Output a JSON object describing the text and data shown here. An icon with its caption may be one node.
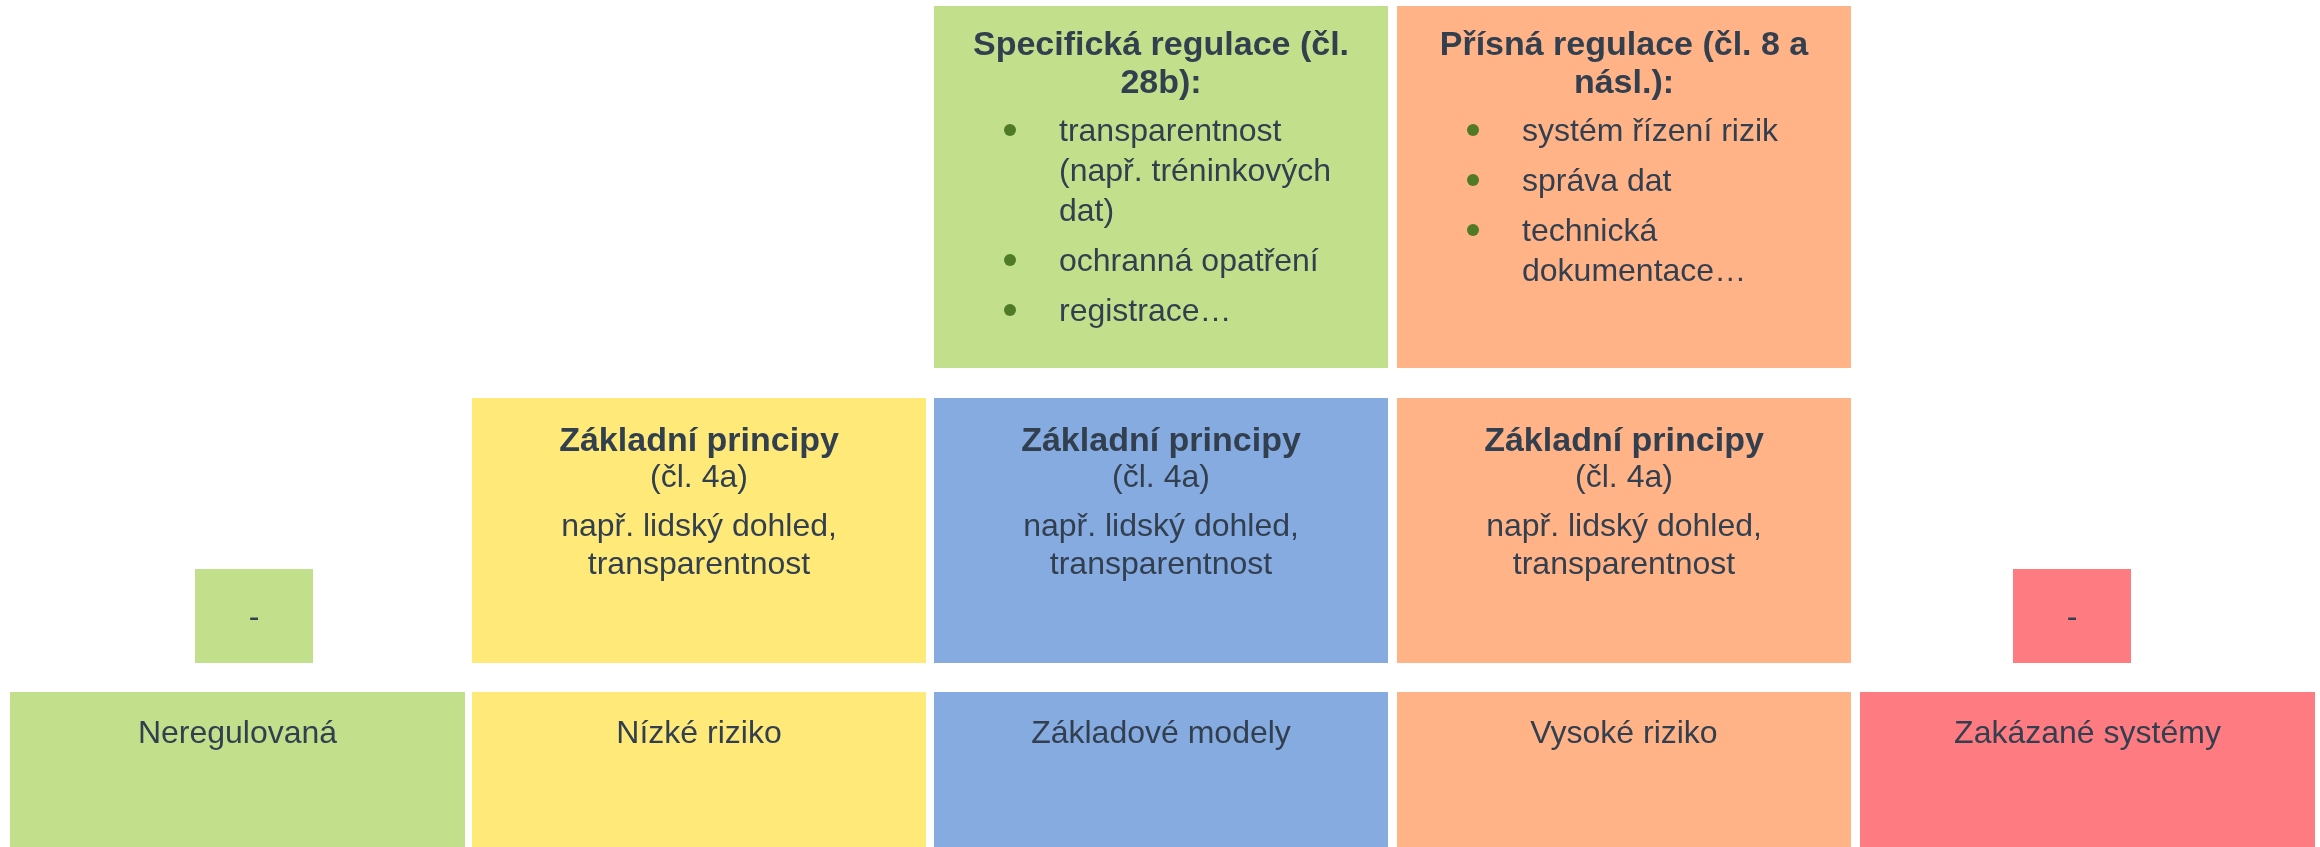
{
  "diagram": {
    "nodes": [
      {
        "text": [
          "Specifická regulace (čl. 28b):",
          "transparentnost (např. tréninkových dat)",
          "ochranná opatření",
          "registrace…"
        ]
      },
      {
        "text": [
          "Přísná regulace (čl. 8 a násl.):",
          "systém řízení rizik",
          "správa dat",
          "technická dokumentace…"
        ]
      },
      {
        "text": [
          "Základní principy",
          "(čl. 4a)",
          "např. lidský dohled, transparentnost"
        ]
      },
      {
        "text": [
          "Základní principy",
          "(čl. 4a)",
          "např. lidský dohled, transparentnost"
        ]
      },
      {
        "text": [
          "Základní principy",
          "(čl. 4a)",
          "např. lidský dohled, transparentnost"
        ]
      },
      {
        "text": [
          "-"
        ]
      },
      {
        "text": [
          "-"
        ]
      },
      {
        "text": [
          "Neregulovaná"
        ]
      },
      {
        "text": [
          "Nízké riziko"
        ]
      },
      {
        "text": [
          "Základové modely"
        ]
      },
      {
        "text": [
          "Vysoké riziko"
        ]
      },
      {
        "text": [
          "Zakázané systémy"
        ]
      }
    ]
  }
}
